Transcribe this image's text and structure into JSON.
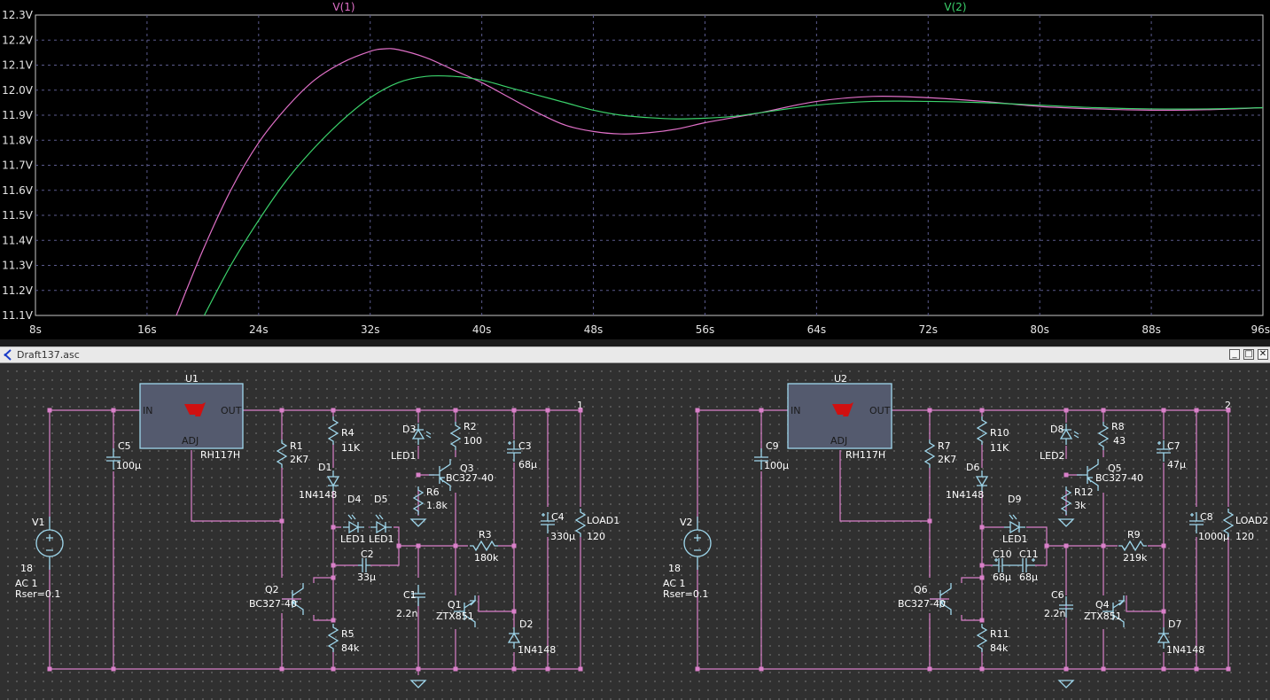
{
  "window": {
    "title": "Draft137.asc",
    "minimize": "_",
    "maximize": "□",
    "close": "✕"
  },
  "waveform": {
    "traces": [
      {
        "name": "V(1)",
        "color": "#e070c8"
      },
      {
        "name": "V(2)",
        "color": "#3bd26b"
      }
    ],
    "y_ticks": [
      "11.1V",
      "11.2V",
      "11.3V",
      "11.4V",
      "11.5V",
      "11.6V",
      "11.7V",
      "11.8V",
      "11.9V",
      "12.0V",
      "12.1V",
      "12.2V",
      "12.3V"
    ],
    "x_ticks": [
      "8s",
      "16s",
      "24s",
      "32s",
      "40s",
      "48s",
      "56s",
      "64s",
      "72s",
      "80s",
      "88s",
      "96s"
    ]
  },
  "chart_data": {
    "type": "line",
    "xlim": [
      8,
      96
    ],
    "ylim": [
      11.1,
      12.3
    ],
    "grid": true,
    "series": [
      {
        "name": "V(1)",
        "color": "#e070c8",
        "x": [
          18.1,
          20,
          22,
          24,
          26,
          28,
          30,
          32,
          33,
          34,
          36,
          38,
          40,
          42,
          44,
          46,
          48,
          50,
          52,
          54,
          56,
          58,
          60,
          64,
          68,
          72,
          76,
          80,
          84,
          88,
          92,
          96
        ],
        "y": [
          11.1,
          11.36,
          11.6,
          11.79,
          11.93,
          12.04,
          12.11,
          12.155,
          12.165,
          12.162,
          12.13,
          12.08,
          12.03,
          11.97,
          11.91,
          11.86,
          11.835,
          11.825,
          11.83,
          11.845,
          11.87,
          11.89,
          11.91,
          11.955,
          11.975,
          11.97,
          11.955,
          11.935,
          11.925,
          11.92,
          11.922,
          11.93
        ]
      },
      {
        "name": "V(2)",
        "color": "#3bd26b",
        "x": [
          20.1,
          22,
          24,
          26,
          28,
          30,
          32,
          34,
          36,
          38,
          40,
          42,
          44,
          46,
          48,
          50,
          52,
          54,
          56,
          58,
          60,
          64,
          68,
          72,
          76,
          80,
          84,
          88,
          92,
          96
        ],
        "y": [
          11.1,
          11.3,
          11.48,
          11.64,
          11.77,
          11.88,
          11.97,
          12.03,
          12.055,
          12.055,
          12.04,
          12.01,
          11.98,
          11.95,
          11.92,
          11.9,
          11.89,
          11.885,
          11.888,
          11.895,
          11.91,
          11.94,
          11.955,
          11.955,
          11.95,
          11.94,
          11.93,
          11.925,
          11.925,
          11.93
        ]
      }
    ]
  },
  "schematic": {
    "left": {
      "reg": {
        "ref": "U1",
        "part": "RH117H",
        "in": "IN",
        "out": "OUT",
        "adj": "ADJ"
      },
      "v": {
        "ref": "V1",
        "val": "18",
        "ac": "AC 1",
        "rser": "Rser=0.1"
      },
      "node": "1",
      "parts": [
        {
          "ref": "C5",
          "val": "100µ"
        },
        {
          "ref": "R1",
          "val": "2K7"
        },
        {
          "ref": "R4",
          "val": "11K"
        },
        {
          "ref": "D1",
          "val": "1N4148"
        },
        {
          "ref": "D4",
          "val": "LED1"
        },
        {
          "ref": "D5",
          "val": "LED1"
        },
        {
          "ref": "C2",
          "val": "33µ"
        },
        {
          "ref": "D3",
          "val": "LED1"
        },
        {
          "ref": "R6",
          "val": "1.8k"
        },
        {
          "ref": "R2",
          "val": "100"
        },
        {
          "ref": "Q3",
          "val": "BC327-40"
        },
        {
          "ref": "R3",
          "val": "180k"
        },
        {
          "ref": "C3",
          "val": "68µ"
        },
        {
          "ref": "C4",
          "val": "330µ"
        },
        {
          "ref": "LOAD1",
          "val": "120"
        },
        {
          "ref": "Q2",
          "val": "BC327-40"
        },
        {
          "ref": "R5",
          "val": "84k"
        },
        {
          "ref": "C1",
          "val": "2.2n"
        },
        {
          "ref": "Q1",
          "val": "ZTX851"
        },
        {
          "ref": "D2",
          "val": "1N4148"
        }
      ]
    },
    "right": {
      "reg": {
        "ref": "U2",
        "part": "RH117H",
        "in": "IN",
        "out": "OUT",
        "adj": "ADJ"
      },
      "v": {
        "ref": "V2",
        "val": "18",
        "ac": "AC 1",
        "rser": "Rser=0.1"
      },
      "node": "2",
      "parts": [
        {
          "ref": "C9",
          "val": "100µ"
        },
        {
          "ref": "R7",
          "val": "2K7"
        },
        {
          "ref": "R10",
          "val": "11K"
        },
        {
          "ref": "D6",
          "val": "1N4148"
        },
        {
          "ref": "D9",
          "val": "LED1"
        },
        {
          "ref": "C10",
          "val": "68µ"
        },
        {
          "ref": "C11",
          "val": "68µ"
        },
        {
          "ref": "D8",
          "val": "LED2"
        },
        {
          "ref": "R12",
          "val": "3k"
        },
        {
          "ref": "R8",
          "val": "43"
        },
        {
          "ref": "Q5",
          "val": "BC327-40"
        },
        {
          "ref": "R9",
          "val": "219k"
        },
        {
          "ref": "C7",
          "val": "47µ"
        },
        {
          "ref": "C8",
          "val": "1000µ"
        },
        {
          "ref": "LOAD2",
          "val": "120"
        },
        {
          "ref": "Q6",
          "val": "BC327-40"
        },
        {
          "ref": "R11",
          "val": "84k"
        },
        {
          "ref": "C6",
          "val": "2.2n"
        },
        {
          "ref": "Q4",
          "val": "ZTX851"
        },
        {
          "ref": "D7",
          "val": "1N4148"
        }
      ]
    }
  }
}
